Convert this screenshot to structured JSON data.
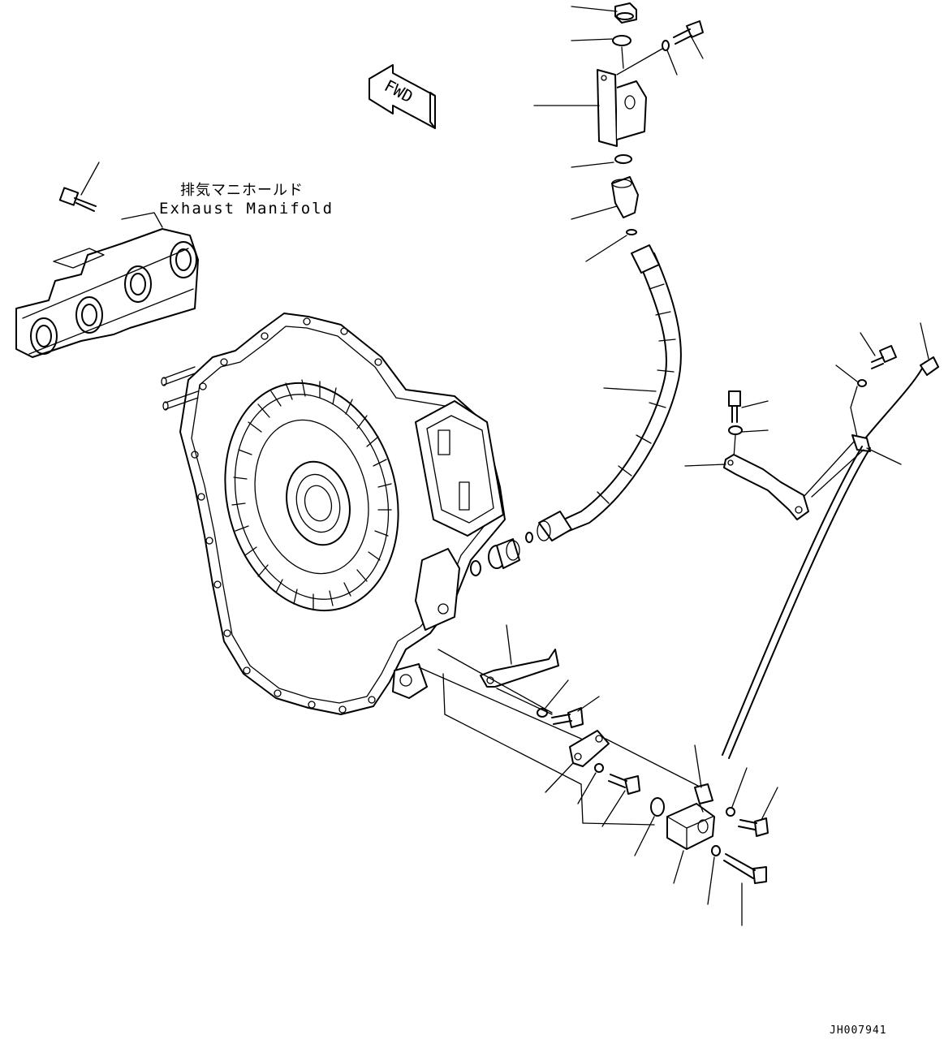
{
  "labels": {
    "fwd": "FWD",
    "manifold_jp": "排気マニホールド",
    "manifold_en": "Exhaust Manifold",
    "drawing_code": "JH007941"
  },
  "colors": {
    "line": "#000000",
    "background": "#ffffff"
  },
  "icons": {
    "direction": "fwd-arrow-icon"
  }
}
